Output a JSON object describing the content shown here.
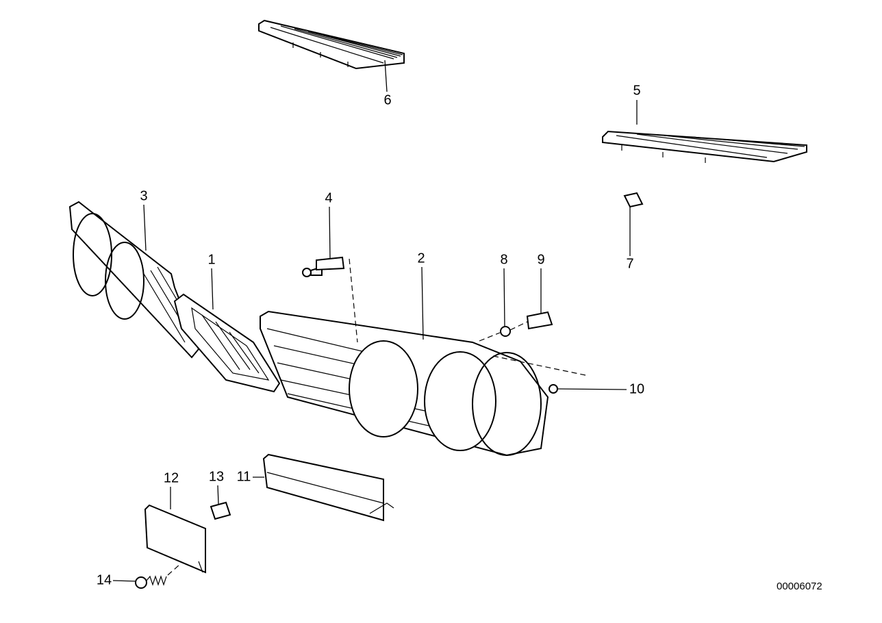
{
  "diagram": {
    "drawing_number": "00006072",
    "callouts": [
      {
        "id": "1",
        "label": "1"
      },
      {
        "id": "2",
        "label": "2"
      },
      {
        "id": "3",
        "label": "3"
      },
      {
        "id": "4",
        "label": "4"
      },
      {
        "id": "5",
        "label": "5"
      },
      {
        "id": "6",
        "label": "6"
      },
      {
        "id": "7",
        "label": "7"
      },
      {
        "id": "8",
        "label": "8"
      },
      {
        "id": "9",
        "label": "9"
      },
      {
        "id": "10",
        "label": "10"
      },
      {
        "id": "11",
        "label": "11"
      },
      {
        "id": "12",
        "label": "12"
      },
      {
        "id": "13",
        "label": "13"
      },
      {
        "id": "14",
        "label": "14"
      }
    ]
  }
}
